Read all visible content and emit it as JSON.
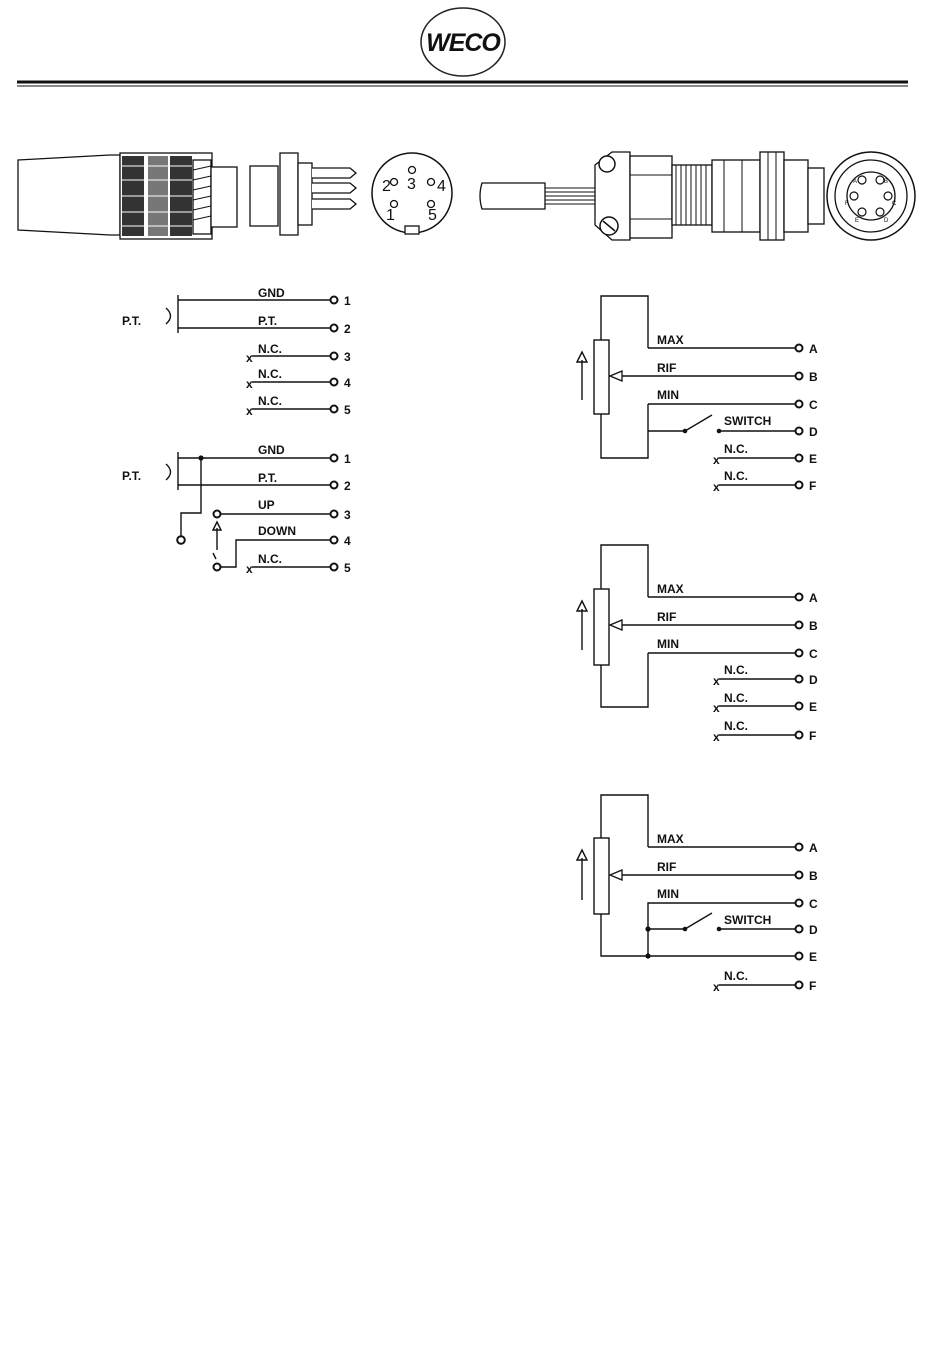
{
  "header": {
    "logo_text": "WECO"
  },
  "connector_5pin": {
    "pin_labels": [
      "2",
      "3",
      "4",
      "1",
      "5"
    ]
  },
  "connector_6pin": {
    "pin_letters": [
      "A",
      "B",
      "C",
      "D",
      "E",
      "F"
    ]
  },
  "diagram_1": {
    "side_label": "P.T.",
    "lines": [
      {
        "label": "GND",
        "pin": "1"
      },
      {
        "label": "P.T.",
        "pin": "2"
      },
      {
        "label": "N.C.",
        "pin": "3"
      },
      {
        "label": "N.C.",
        "pin": "4"
      },
      {
        "label": "N.C.",
        "pin": "5"
      }
    ]
  },
  "diagram_2": {
    "side_label": "P.T.",
    "lines": [
      {
        "label": "GND",
        "pin": "1"
      },
      {
        "label": "P.T.",
        "pin": "2"
      },
      {
        "label": "UP",
        "pin": "3"
      },
      {
        "label": "DOWN",
        "pin": "4"
      },
      {
        "label": "N.C.",
        "pin": "5"
      }
    ]
  },
  "diagram_3": {
    "lines": [
      {
        "label": "MAX",
        "pin": "A"
      },
      {
        "label": "RIF",
        "pin": "B"
      },
      {
        "label": "MIN",
        "pin": "C"
      },
      {
        "label": "SWITCH",
        "pin": "D"
      },
      {
        "label": "N.C.",
        "pin": "E"
      },
      {
        "label": "N.C.",
        "pin": "F"
      }
    ]
  },
  "diagram_4": {
    "lines": [
      {
        "label": "MAX",
        "pin": "A"
      },
      {
        "label": "RIF",
        "pin": "B"
      },
      {
        "label": "MIN",
        "pin": "C"
      },
      {
        "label": "N.C.",
        "pin": "D"
      },
      {
        "label": "N.C.",
        "pin": "E"
      },
      {
        "label": "N.C.",
        "pin": "F"
      }
    ]
  },
  "diagram_5": {
    "lines": [
      {
        "label": "MAX",
        "pin": "A"
      },
      {
        "label": "RIF",
        "pin": "B"
      },
      {
        "label": "MIN",
        "pin": "C"
      },
      {
        "label": "SWITCH",
        "pin": "D"
      },
      {
        "label": "",
        "pin": "E"
      },
      {
        "label": "N.C.",
        "pin": "F"
      }
    ]
  },
  "nc_marker": "x"
}
